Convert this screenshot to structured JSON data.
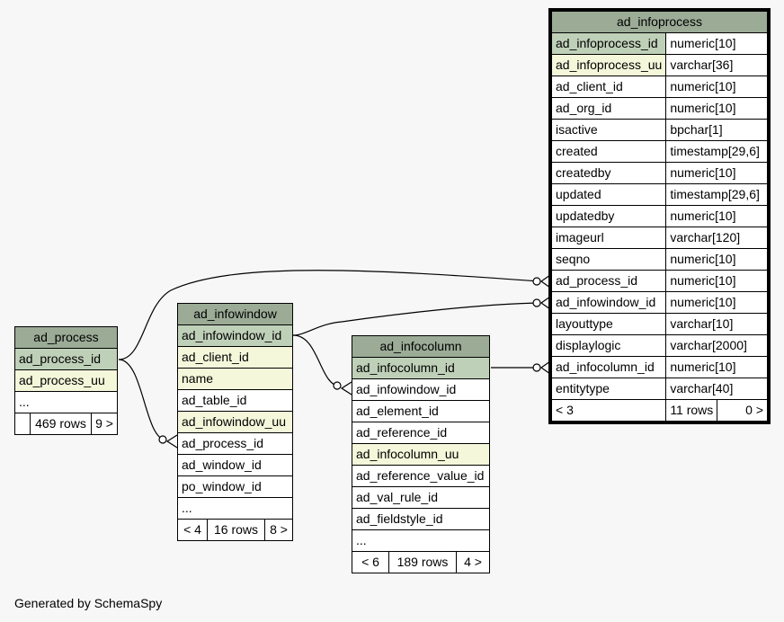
{
  "tables": {
    "ad_process": {
      "name": "ad_process",
      "rows": [
        "ad_process_id",
        "ad_process_uu",
        "..."
      ],
      "footer": {
        "left": "",
        "mid": "469 rows",
        "right": "9 >"
      }
    },
    "ad_infowindow": {
      "name": "ad_infowindow",
      "rows": [
        "ad_infowindow_id",
        "ad_client_id",
        "name",
        "ad_table_id",
        "ad_infowindow_uu",
        "ad_process_id",
        "ad_window_id",
        "po_window_id",
        "..."
      ],
      "footer": {
        "left": "< 4",
        "mid": "16 rows",
        "right": "8 >"
      }
    },
    "ad_infocolumn": {
      "name": "ad_infocolumn",
      "rows": [
        "ad_infocolumn_id",
        "ad_infowindow_id",
        "ad_element_id",
        "ad_reference_id",
        "ad_infocolumn_uu",
        "ad_reference_value_id",
        "ad_val_rule_id",
        "ad_fieldstyle_id",
        "..."
      ],
      "footer": {
        "left": "< 6",
        "mid": "189 rows",
        "right": "4 >"
      }
    },
    "ad_infoprocess": {
      "name": "ad_infoprocess",
      "columns": [
        {
          "name": "ad_infoprocess_id",
          "type": "numeric[10]"
        },
        {
          "name": "ad_infoprocess_uu",
          "type": "varchar[36]"
        },
        {
          "name": "ad_client_id",
          "type": "numeric[10]"
        },
        {
          "name": "ad_org_id",
          "type": "numeric[10]"
        },
        {
          "name": "isactive",
          "type": "bpchar[1]"
        },
        {
          "name": "created",
          "type": "timestamp[29,6]"
        },
        {
          "name": "createdby",
          "type": "numeric[10]"
        },
        {
          "name": "updated",
          "type": "timestamp[29,6]"
        },
        {
          "name": "updatedby",
          "type": "numeric[10]"
        },
        {
          "name": "imageurl",
          "type": "varchar[120]"
        },
        {
          "name": "seqno",
          "type": "numeric[10]"
        },
        {
          "name": "ad_process_id",
          "type": "numeric[10]"
        },
        {
          "name": "ad_infowindow_id",
          "type": "numeric[10]"
        },
        {
          "name": "layouttype",
          "type": "varchar[10]"
        },
        {
          "name": "displaylogic",
          "type": "varchar[2000]"
        },
        {
          "name": "ad_infocolumn_id",
          "type": "numeric[10]"
        },
        {
          "name": "entitytype",
          "type": "varchar[40]"
        }
      ],
      "footer": {
        "left": "< 3",
        "mid": "11 rows",
        "right": "0 >"
      }
    }
  },
  "generated_by": "Generated by SchemaSpy"
}
